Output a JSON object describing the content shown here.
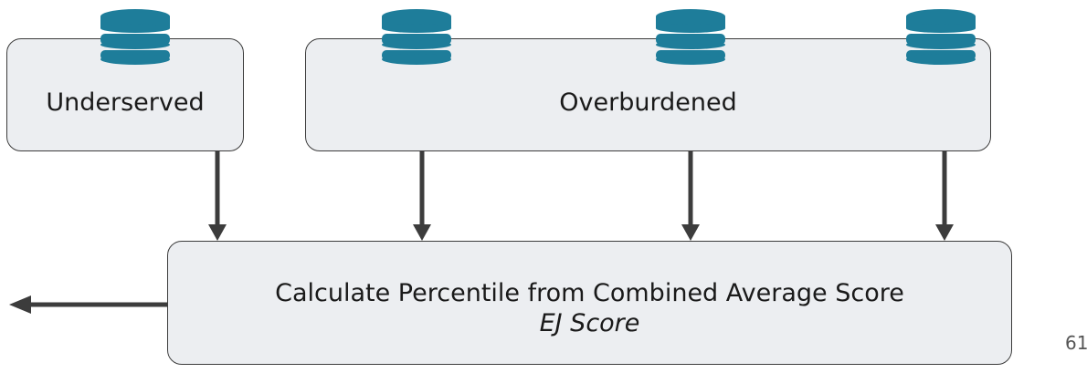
{
  "boxes": {
    "underserved": "Underserved",
    "overburdened": "Overburdened",
    "calculation": "Calculate Percentile from Combined Average Score",
    "calculation_subtitle": "EJ Score"
  },
  "icons": {
    "database": "database-icon",
    "color": "#1e7d9a"
  },
  "colors": {
    "box_fill": "#eceef1",
    "arrow": "#3c3c3c"
  },
  "page_number": "61"
}
